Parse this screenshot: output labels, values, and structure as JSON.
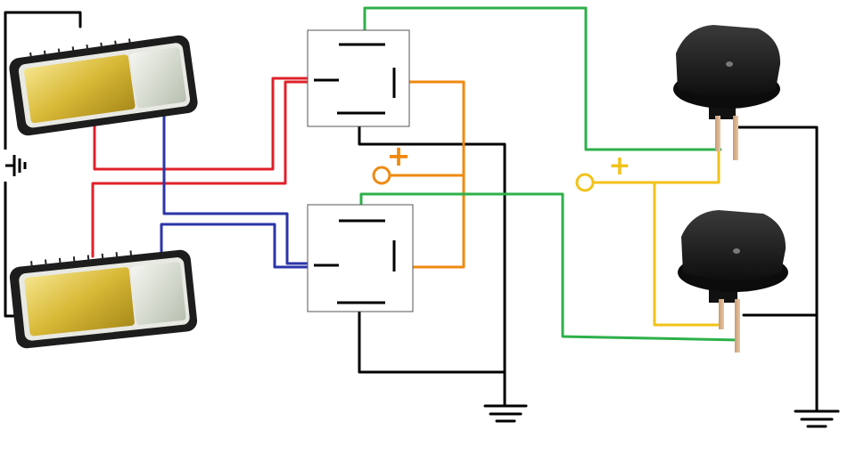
{
  "diagram": {
    "labels": {
      "relay_supply_plus": "+",
      "switch_supply_plus": "+"
    },
    "wire_colors": {
      "black": "#000000",
      "red": "#e0202a",
      "blue": "#2b35a8",
      "green": "#2db04a",
      "orange": "#ef8a10",
      "yellow": "#f2c21a"
    },
    "components": {
      "lamp_count": 2,
      "relay_count": 2,
      "switch_count": 2,
      "ground_symbols": 2,
      "lamp_lens_color": "#d8b836",
      "switch_body_color": "#1c1c1c"
    }
  }
}
